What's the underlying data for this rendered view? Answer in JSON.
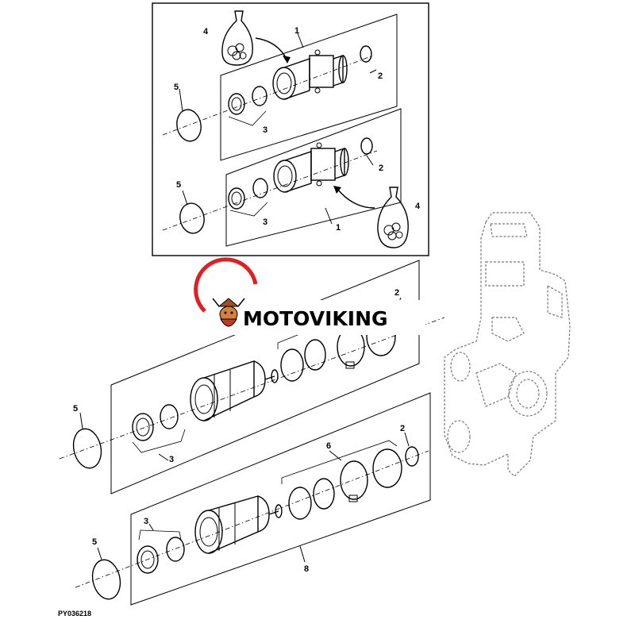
{
  "figure_ref": "PY036218",
  "watermark": {
    "text": "MOTOVIKING",
    "logo_icon": "viking-mascot-icon",
    "ring_color": "#e02020"
  },
  "callouts": {
    "c1a": "1",
    "c2a": "2",
    "c3a": "3",
    "c4a": "4",
    "c5a": "5",
    "c1b": "1",
    "c2b": "2",
    "c3b": "3",
    "c4b": "4",
    "c5b": "5",
    "c2c": "2",
    "c3c": "3",
    "c5c": "5",
    "c2d": "2",
    "c3d": "3",
    "c5d": "5",
    "c6d": "6",
    "c8d": "8"
  },
  "colors": {
    "line": "#000000",
    "ghost_housing": "#777777",
    "background": "#ffffff"
  }
}
